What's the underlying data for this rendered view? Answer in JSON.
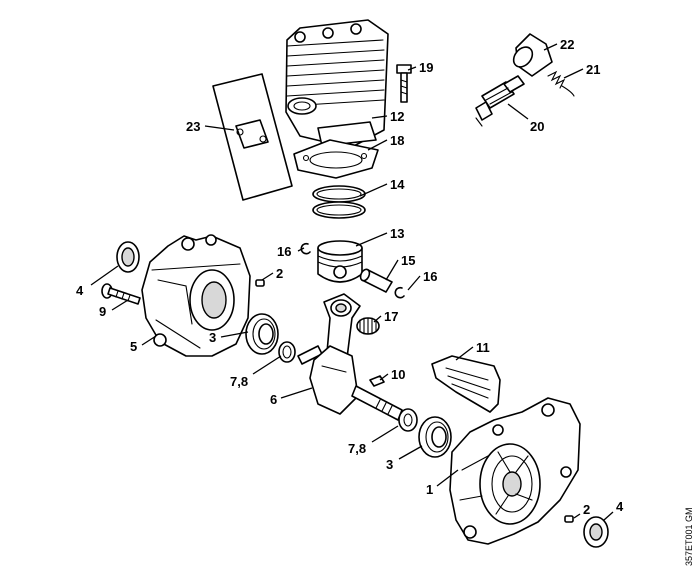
{
  "diagram": {
    "callouts": {
      "c1": "1",
      "c2a": "2",
      "c2b": "2",
      "c3a": "3",
      "c3b": "3",
      "c4a": "4",
      "c4b": "4",
      "c5": "5",
      "c6": "6",
      "c78a": "7,8",
      "c78b": "7,8",
      "c9": "9",
      "c10": "10",
      "c11": "11",
      "c12": "12",
      "c13": "13",
      "c14": "14",
      "c15": "15",
      "c16a": "16",
      "c16b": "16",
      "c17": "17",
      "c18": "18",
      "c19": "19",
      "c20": "20",
      "c21": "21",
      "c22": "22",
      "c23": "23"
    },
    "drawing_code": "357ET001 GM"
  }
}
